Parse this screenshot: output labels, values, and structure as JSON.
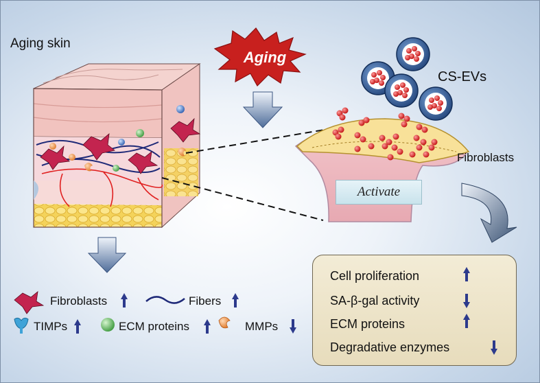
{
  "title": "Aging skin",
  "aging_burst": "Aging",
  "vesicles_label": "CS-EVs",
  "cell_label": "Fibroblasts",
  "activate_label": "Activate",
  "legend": [
    {
      "label": "Fibroblasts",
      "trend": "up"
    },
    {
      "label": "Fibers",
      "trend": "up"
    },
    {
      "label": "TIMPs",
      "trend": "up"
    },
    {
      "label": "ECM proteins",
      "trend": "up"
    },
    {
      "label": "MMPs",
      "trend": "down"
    }
  ],
  "effects": [
    {
      "label": "Cell proliferation",
      "trend": "up"
    },
    {
      "label": "SA-β-gal activity",
      "trend": "down"
    },
    {
      "label": "ECM proteins",
      "trend": "up"
    },
    {
      "label": "Degradative enzymes",
      "trend": "down"
    }
  ],
  "colors": {
    "arrow": "#2c3a8c",
    "burst": "#c8201e",
    "vesicle": "#1f4a8a",
    "cargo": "#d11a1a"
  }
}
